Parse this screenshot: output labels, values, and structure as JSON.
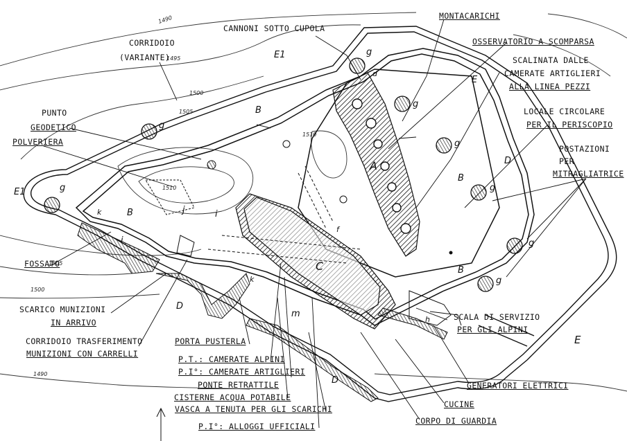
{
  "labels": {
    "cannoni": "CANNONI SOTTO CUPOLA",
    "montacarichi": "MONTACARICHI",
    "osservatorio": "OSSERVATORIO A SCOMPARSA",
    "scalinata1": "SCALINATA DALLE",
    "scalinata2": "CAMERATE ARTIGLIERI",
    "scalinata3": "ALLA LINEA PEZZI",
    "locale1": "LOCALE CIRCOLARE",
    "locale2": "PER IL PERISCOPIO",
    "postazioni1": "POSTAZIONI",
    "postazioni2": "PER",
    "postazioni3": "MITRAGLIATRICE",
    "corridoio1": "CORRIDOIO",
    "corridoio2": "(VARIANTE)",
    "punto1": "PUNTO",
    "punto2": "GEODETICO",
    "polveriera": "POLVERIERA",
    "fossato": "FOSSATO",
    "scarico1": "SCARICO MUNIZIONI",
    "scarico2": "IN ARRIVO",
    "trasf1": "CORRIDOIO TRASFERIMENTO",
    "trasf2": "MUNIZIONI CON CARRELLI",
    "porta": "PORTA PUSTERLA",
    "pt": "P.T.: CAMERATE ALPINI",
    "p1": "P.I°: CAMERATE ARTIGLIERI",
    "ponte": "PONTE RETRATTILE",
    "cisterne": "CISTERNE ACQUA POTABILE",
    "vasca": "VASCA A TENUTA PER GLI SCARICHI",
    "alloggi": "P.I°: ALLOGGI UFFICIALI",
    "scala1": "SCALA DI SERVIZIO",
    "scala2": "PER GLI ALPINI",
    "generatori": "GENERATORI ELETTRICI",
    "cucine": "CUCINE",
    "corpo": "CORPO DI GUARDIA"
  },
  "letters": {
    "A": "A",
    "B": "B",
    "C": "C",
    "D": "D",
    "E": "E",
    "E1": "E1",
    "g": "g",
    "d": "d",
    "i": "i",
    "j": "j",
    "k": "k",
    "m": "m",
    "f": "f",
    "h": "h"
  },
  "contours": [
    "1490",
    "1495",
    "1500",
    "1505",
    "1510"
  ]
}
